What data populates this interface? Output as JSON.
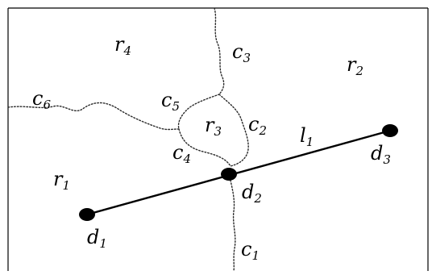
{
  "diagram": {
    "regions": [
      {
        "id": "r1",
        "name": "r",
        "sub": "1"
      },
      {
        "id": "r2",
        "name": "r",
        "sub": "2"
      },
      {
        "id": "r3",
        "name": "r",
        "sub": "3"
      },
      {
        "id": "r4",
        "name": "r",
        "sub": "4"
      }
    ],
    "curves": [
      {
        "id": "c1",
        "name": "c",
        "sub": "1"
      },
      {
        "id": "c2",
        "name": "c",
        "sub": "2"
      },
      {
        "id": "c3",
        "name": "c",
        "sub": "3"
      },
      {
        "id": "c4",
        "name": "c",
        "sub": "4"
      },
      {
        "id": "c5",
        "name": "c",
        "sub": "5"
      },
      {
        "id": "c6",
        "name": "c",
        "sub": "6"
      }
    ],
    "points": [
      {
        "id": "d1",
        "name": "d",
        "sub": "1"
      },
      {
        "id": "d2",
        "name": "d",
        "sub": "2"
      },
      {
        "id": "d3",
        "name": "d",
        "sub": "3"
      }
    ],
    "lines": [
      {
        "id": "l1",
        "name": "l",
        "sub": "1"
      }
    ]
  }
}
